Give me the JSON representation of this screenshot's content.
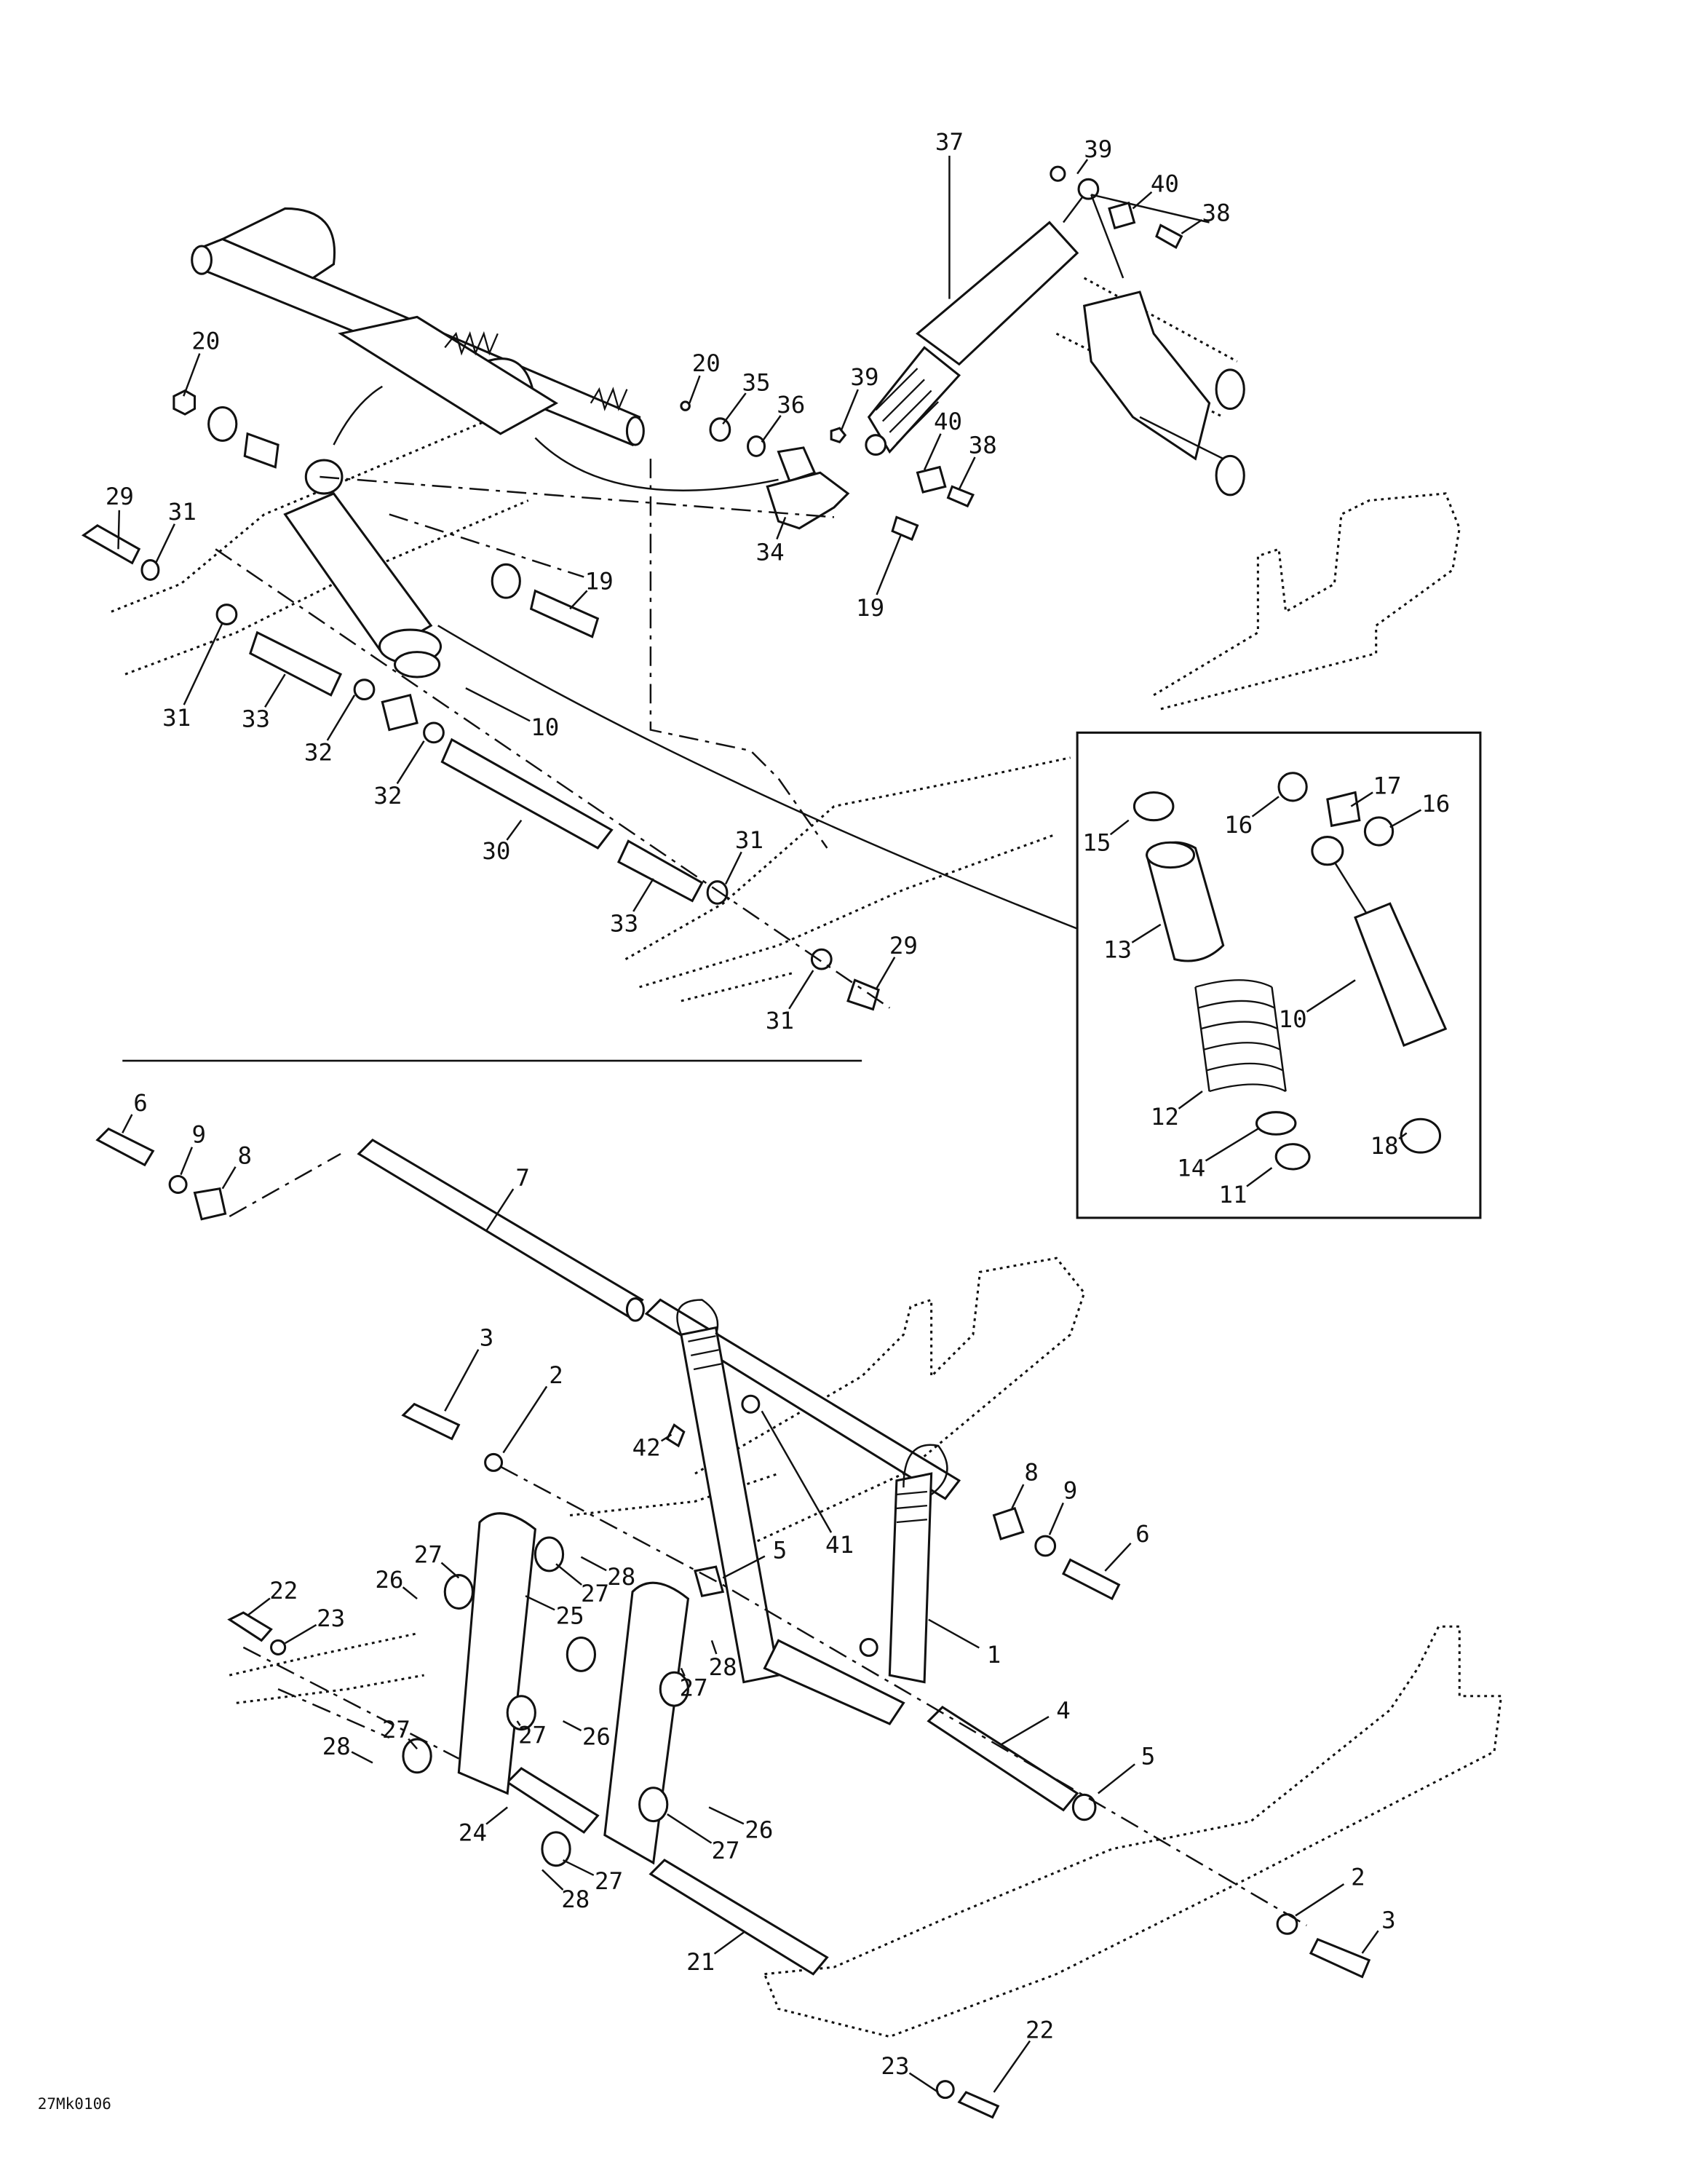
{
  "diagram": {
    "code": "27Mk0106",
    "upper_callouts": [
      "37",
      "39",
      "40",
      "38",
      "20",
      "29",
      "31",
      "20",
      "35",
      "36",
      "39",
      "40",
      "38",
      "34",
      "19",
      "19",
      "31",
      "33",
      "32",
      "10",
      "32",
      "30",
      "31",
      "33",
      "29",
      "31"
    ],
    "inset_callouts": [
      "15",
      "16",
      "17",
      "16",
      "13",
      "10",
      "12",
      "14",
      "18",
      "11"
    ],
    "lower_callouts": [
      "6",
      "9",
      "8",
      "7",
      "3",
      "2",
      "42",
      "41",
      "8",
      "9",
      "6",
      "5",
      "1",
      "27",
      "26",
      "28",
      "27",
      "25",
      "22",
      "23",
      "28",
      "27",
      "27",
      "26",
      "27",
      "4",
      "5",
      "28",
      "24",
      "26",
      "27",
      "27",
      "28",
      "21",
      "2",
      "3",
      "22",
      "23"
    ]
  }
}
